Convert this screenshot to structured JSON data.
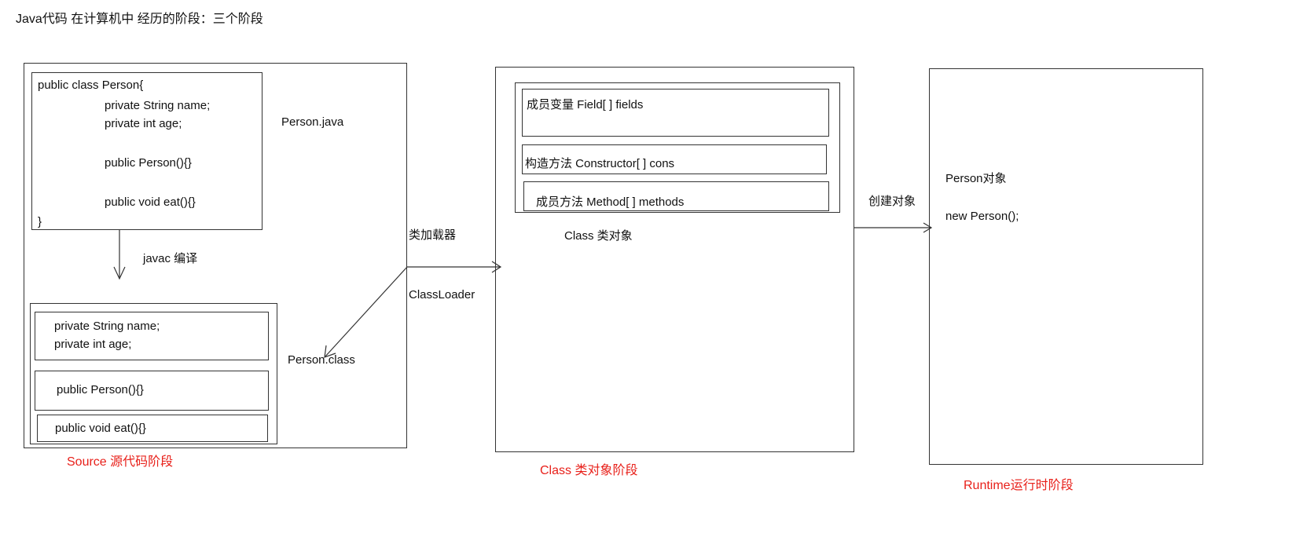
{
  "title": "Java代码 在计算机中 经历的阶段：三个阶段",
  "source_stage": {
    "label": "Source 源代码阶段",
    "code_lines": [
      "public class Person{",
      "private String name;",
      "private int age;",
      "public Person(){}",
      "public void eat(){}",
      "}"
    ],
    "file_java": "Person.java",
    "compile_label": "javac 编译",
    "class_parts": [
      "private String name;",
      "private int age;",
      "public Person(){}",
      "public void eat(){}"
    ],
    "file_class": "Person.class"
  },
  "loader": {
    "label_cn": "类加载器",
    "label_en": "ClassLoader"
  },
  "class_stage": {
    "label": "Class 类对象阶段",
    "members": [
      "成员变量  Field[ ] fields",
      "构造方法  Constructor[ ] cons",
      "成员方法 Method[ ] methods"
    ],
    "caption": "Class 类对象"
  },
  "create_label": "创建对象",
  "runtime_stage": {
    "label": "Runtime运行时阶段",
    "object_label": "Person对象",
    "code": "new Person();"
  },
  "colors": {
    "stage_label": "#e8201a",
    "line": "#333333"
  }
}
